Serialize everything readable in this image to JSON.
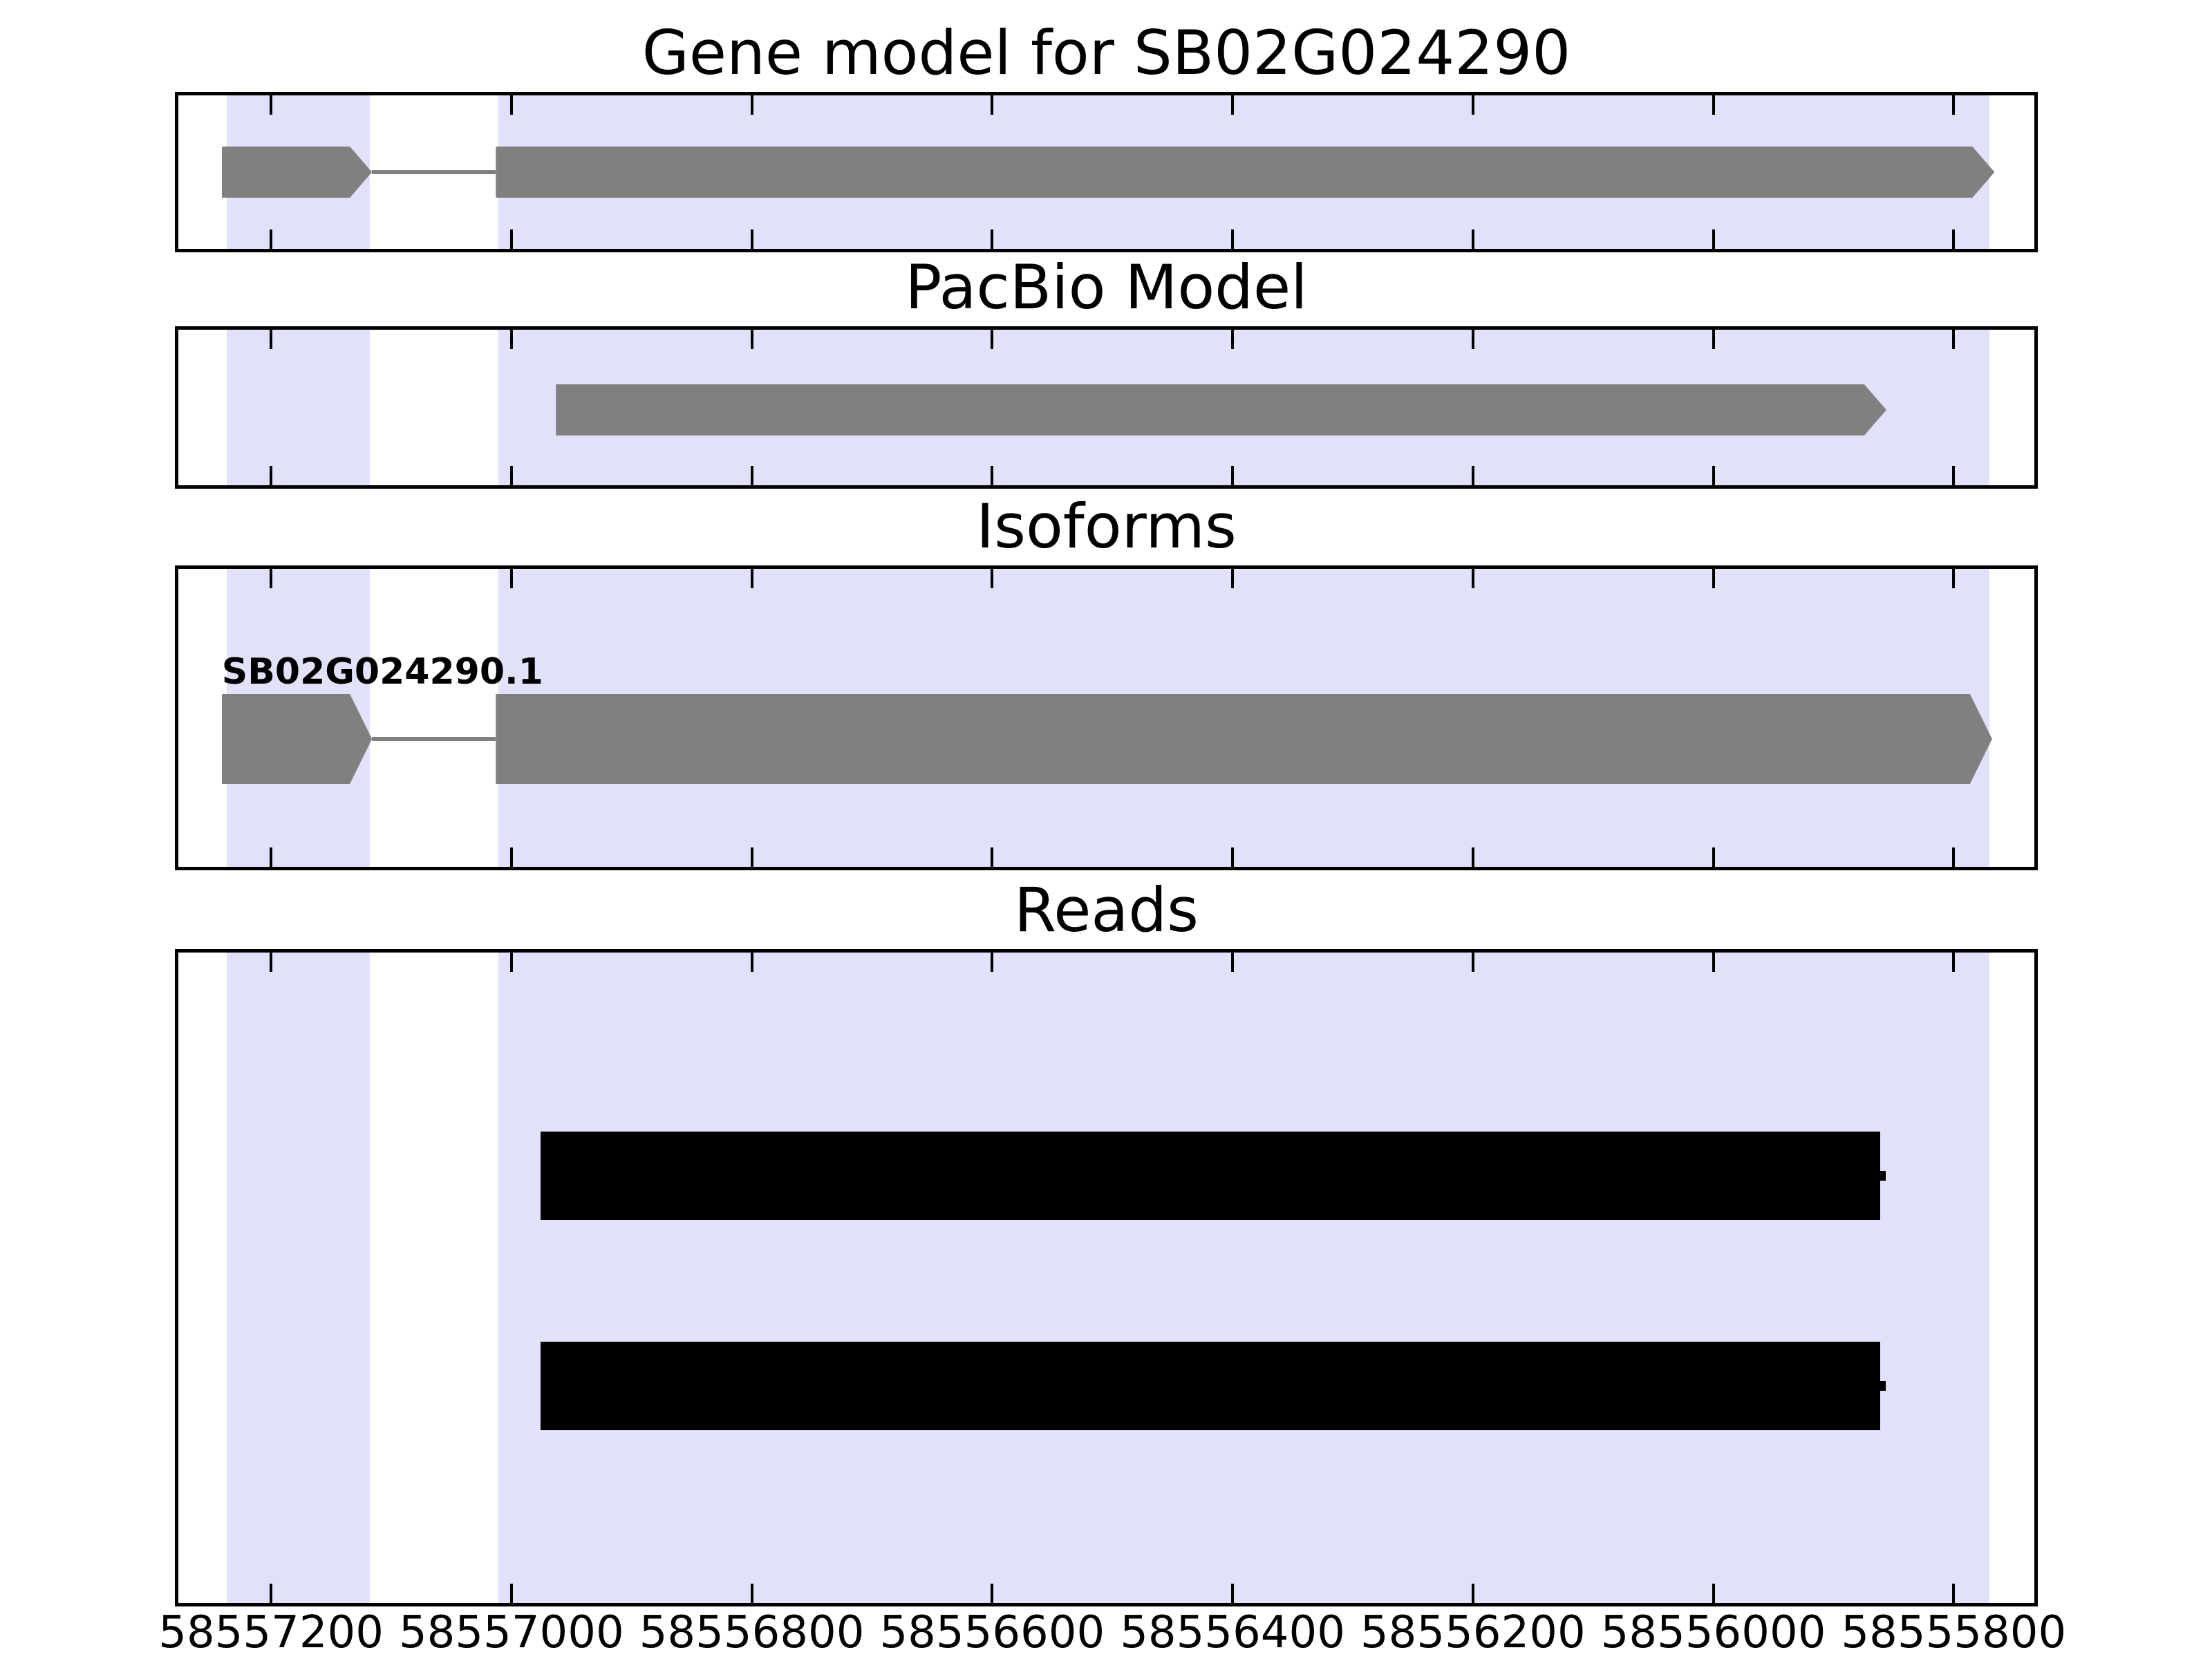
{
  "figure_title": "Gene model for SB02G024290",
  "chart_data": {
    "type": "gene-model-tracks",
    "title": "Gene model for SB02G024290",
    "x_axis": {
      "xlim": [
        58557280,
        58555730
      ],
      "direction": "decreasing-left-to-right",
      "tick_labels": [
        "58557200",
        "58557000",
        "58556800",
        "58556600",
        "58556400",
        "58556200",
        "58556000",
        "58555800"
      ],
      "tick_values": [
        58557200,
        58557000,
        58556800,
        58556600,
        58556400,
        58556200,
        58556000,
        58555800
      ]
    },
    "grid": false,
    "legend": false,
    "colors": {
      "highlight_band": "#E1E1FA",
      "transcript_gray": "#808080",
      "read_black": "#000000",
      "border": "#000000",
      "background": "#FFFFFF"
    },
    "highlights": [
      {
        "start": 58557237,
        "end": 58557118
      },
      {
        "start": 58557011,
        "end": 58555770
      }
    ],
    "panels": [
      {
        "id": "gene-model",
        "title": "Gene model for SB02G024290",
        "items": [
          {
            "kind": "transcript",
            "color": "transcript_gray",
            "strand": "+",
            "exons": [
              {
                "start": 58557241,
                "end": 58557116,
                "arrow": true
              },
              {
                "start": 58557013,
                "end": 58555766,
                "arrow": true
              }
            ],
            "intron_line": true,
            "y_frac": 0.502,
            "thickness_px": 74
          }
        ]
      },
      {
        "id": "pacbio-model",
        "title": "PacBio Model",
        "items": [
          {
            "kind": "transcript",
            "color": "transcript_gray",
            "strand": "+",
            "exons": [
              {
                "start": 58556963,
                "end": 58555856,
                "arrow": true
              }
            ],
            "intron_line": false,
            "y_frac": 0.515,
            "thickness_px": 74
          }
        ]
      },
      {
        "id": "isoforms",
        "title": "Isoforms",
        "items": [
          {
            "kind": "transcript",
            "label": "SB02G024290.1",
            "color": "transcript_gray",
            "strand": "+",
            "exons": [
              {
                "start": 58557241,
                "end": 58557116,
                "arrow": true
              },
              {
                "start": 58557013,
                "end": 58555768,
                "arrow": true
              }
            ],
            "intron_line": true,
            "y_frac": 0.571,
            "thickness_px": 130
          }
        ]
      },
      {
        "id": "reads",
        "title": "Reads",
        "items": [
          {
            "kind": "read",
            "color": "read_black",
            "exons": [
              {
                "start": 58556976,
                "end": 58555861,
                "arrow": false
              }
            ],
            "end_mark": true,
            "y_frac": 0.343,
            "thickness_px": 128
          },
          {
            "kind": "read",
            "color": "read_black",
            "exons": [
              {
                "start": 58556976,
                "end": 58555861,
                "arrow": false
              }
            ],
            "end_mark": true,
            "y_frac": 0.666,
            "thickness_px": 128
          }
        ]
      }
    ]
  }
}
